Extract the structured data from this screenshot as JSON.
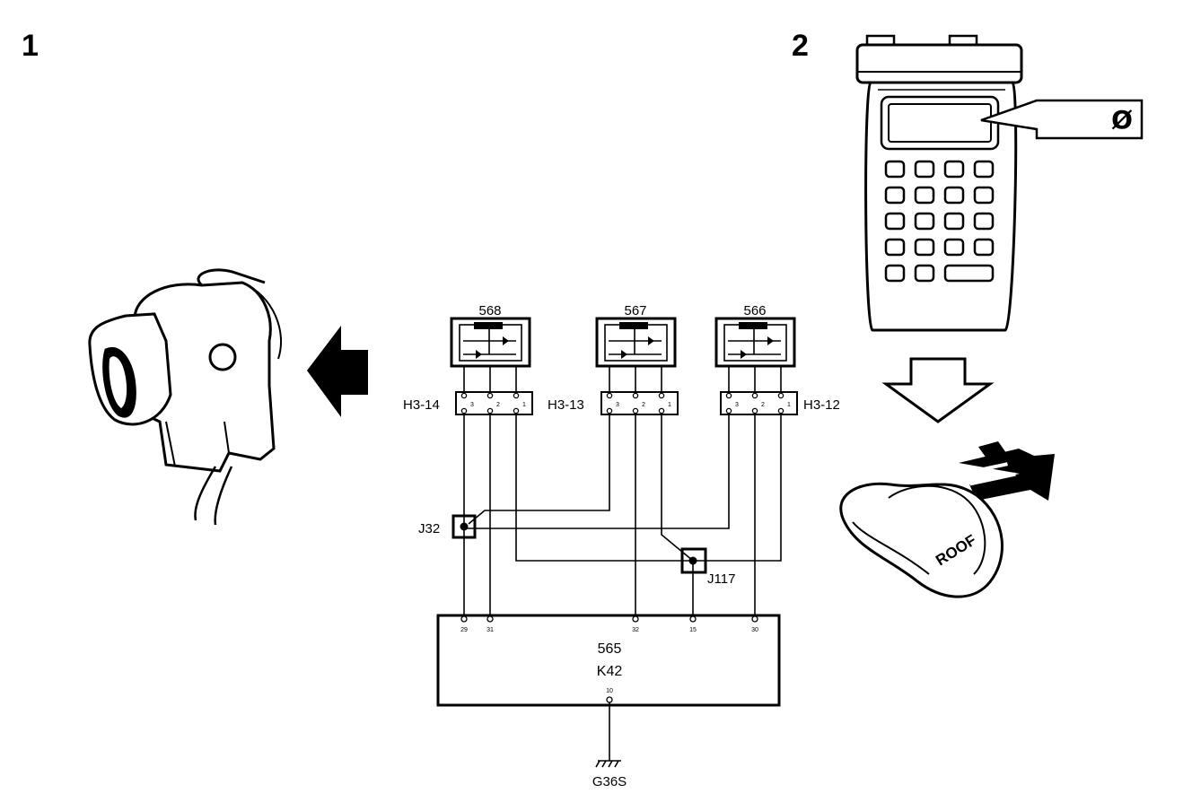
{
  "steps": {
    "step1": "1",
    "step2": "2"
  },
  "relays": [
    {
      "id": "568"
    },
    {
      "id": "567"
    },
    {
      "id": "566"
    }
  ],
  "connectors": {
    "h3_14": "H3-14",
    "h3_13": "H3-13",
    "h3_12": "H3-12",
    "pins": [
      "3",
      "2",
      "1"
    ]
  },
  "junctions": {
    "j32": "J32",
    "j117": "J117"
  },
  "module": {
    "number": "565",
    "code": "K42",
    "pins": [
      "29",
      "31",
      "32",
      "15",
      "30"
    ],
    "ground_pin": "10"
  },
  "ground": {
    "label": "G36S"
  },
  "tester": {
    "display_symbol": "Ø"
  },
  "remote": {
    "button_text": "ROOF"
  }
}
